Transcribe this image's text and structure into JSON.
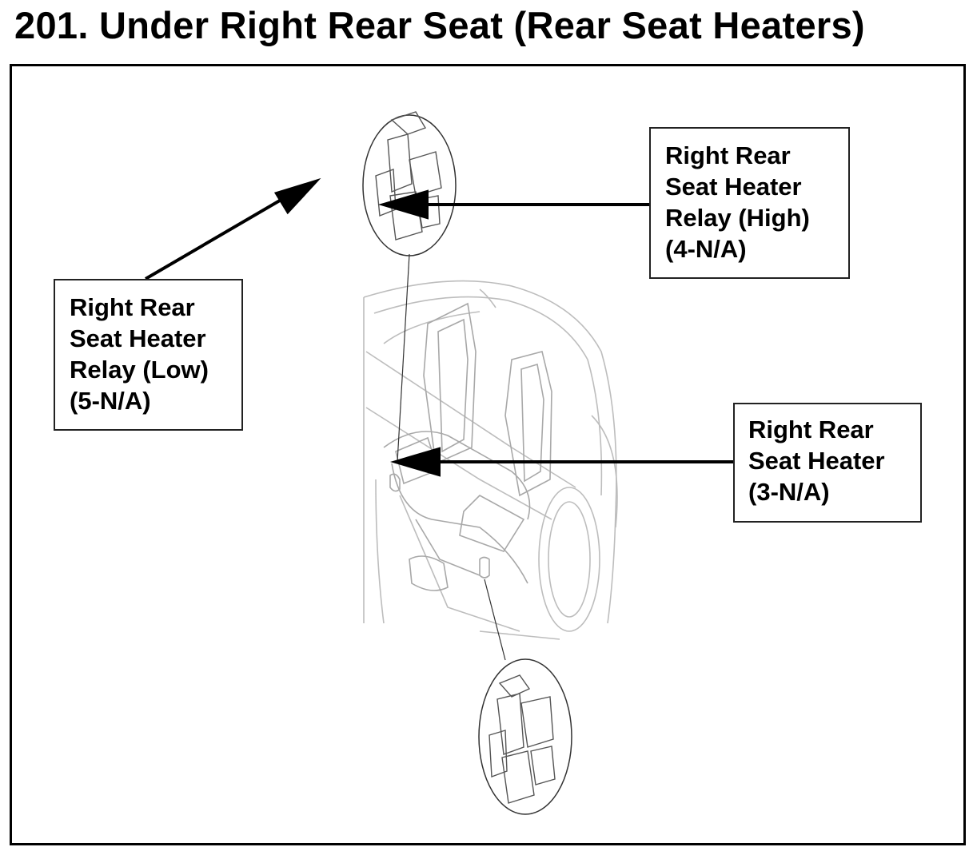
{
  "page": {
    "title": "201.  Under Right Rear Seat (Rear Seat Heaters)"
  },
  "callouts": {
    "relay_high": {
      "lines": [
        "Right Rear",
        "Seat Heater",
        "Relay (High)",
        "(4-N/A)"
      ]
    },
    "relay_low": {
      "lines": [
        "Right Rear",
        "Seat Heater",
        "Relay (Low)",
        "(5-N/A)"
      ]
    },
    "seat_heater": {
      "lines": [
        "Right Rear",
        "Seat Heater",
        "(3-N/A)"
      ]
    }
  },
  "colors": {
    "text": "#000000",
    "line_art": "#b8b8b8",
    "frame": "#000000",
    "background": "#ffffff"
  }
}
